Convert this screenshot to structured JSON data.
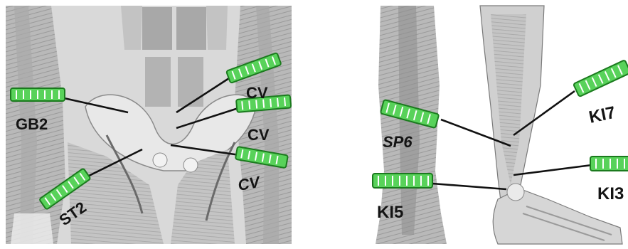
{
  "left_panel": {
    "labels": {
      "gb2": "GB2",
      "st2": "ST2",
      "cv_top": "CV",
      "cv_middle": "CV",
      "cv_bottom": "CV"
    }
  },
  "right_panel": {
    "labels": {
      "sp6": "SP6",
      "ki5": "KI5",
      "ki7": "KI7",
      "ki3": "KI3"
    }
  },
  "colors": {
    "electrode_fill": "#58d25a",
    "electrode_border": "#1b7a1e",
    "leader_line": "#111111",
    "label_text": "#141414",
    "illustration_base": "#d9d9d9"
  },
  "icons": {
    "electrode": "electrode-pad-icon"
  }
}
